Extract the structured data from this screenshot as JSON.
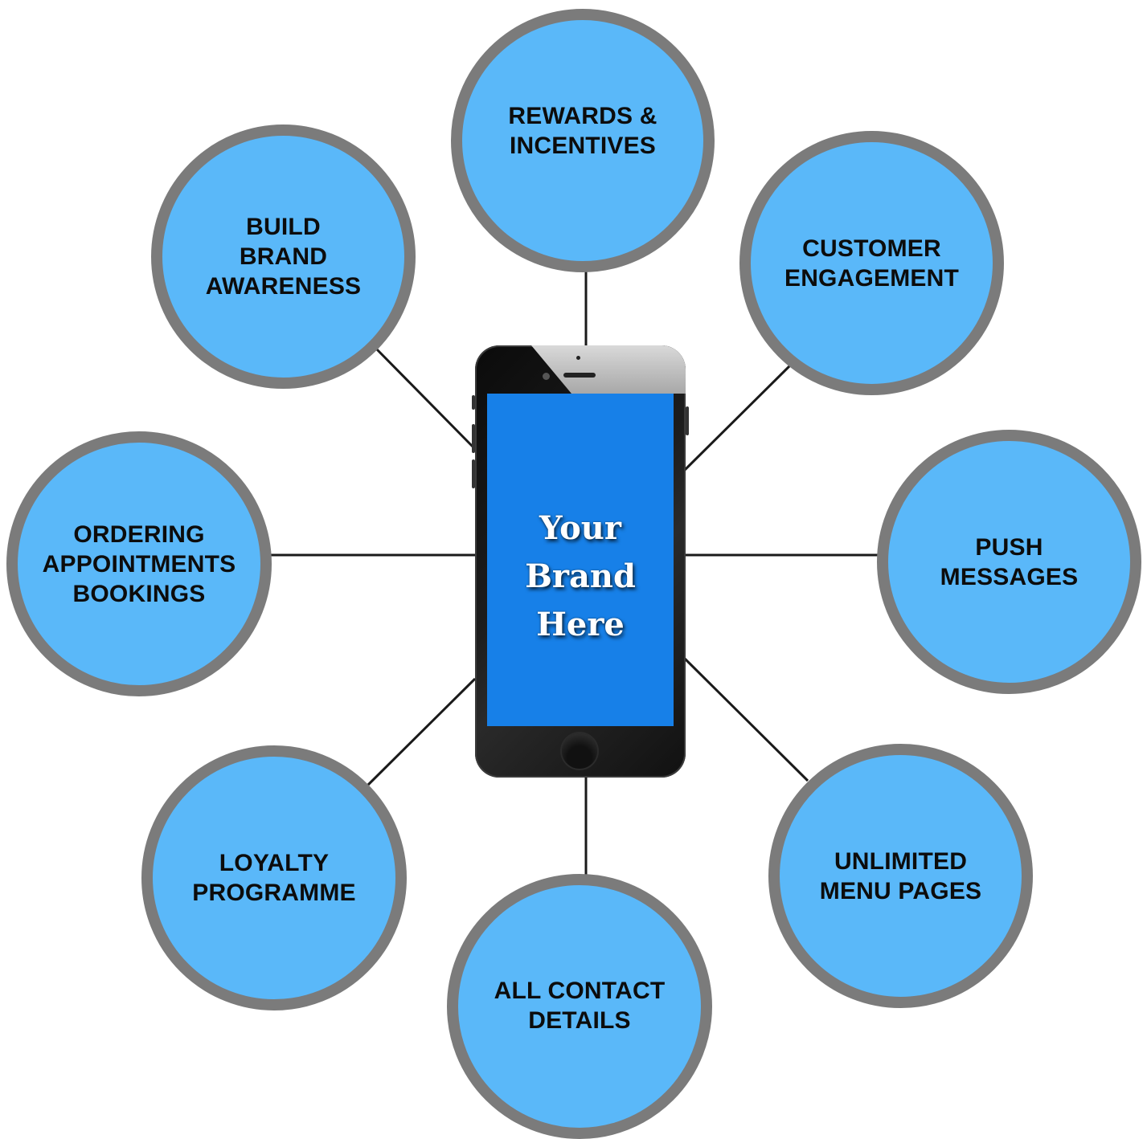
{
  "phone": {
    "screen_text": "Your\nBrand\nHere",
    "screen_color": "#1780e8"
  },
  "colors": {
    "bubble_fill": "#5ab8f9",
    "bubble_border": "#7b7b7b",
    "connector": "#1a1a1a"
  },
  "bubbles": {
    "rewards": {
      "label": "REWARDS &\nINCENTIVES"
    },
    "brand": {
      "label": "BUILD\nBRAND\nAWARENESS"
    },
    "customer": {
      "label": "CUSTOMER\nENGAGEMENT"
    },
    "ordering": {
      "label": "ORDERING\nAPPOINTMENTS\nBOOKINGS"
    },
    "push": {
      "label": "PUSH\nMESSAGES"
    },
    "loyalty": {
      "label": "LOYALTY\nPROGRAMME"
    },
    "menu": {
      "label": "UNLIMITED\nMENU PAGES"
    },
    "contact": {
      "label": "ALL CONTACT\nDETAILS"
    }
  }
}
